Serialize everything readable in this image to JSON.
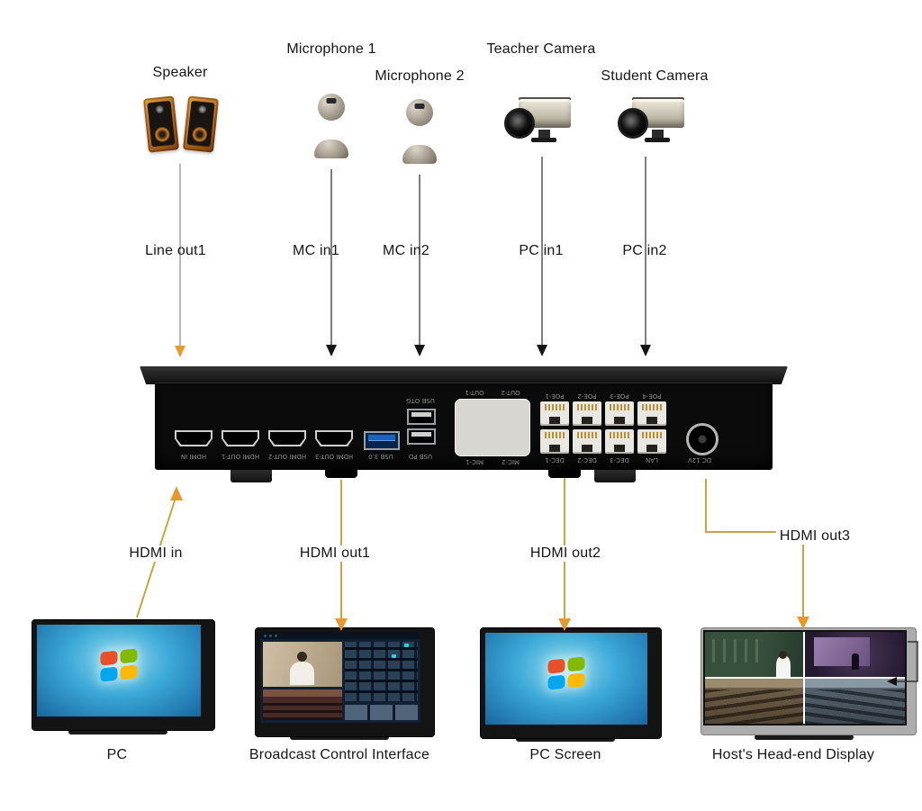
{
  "diagram": {
    "top_devices": [
      {
        "label": "Speaker",
        "port": "Line out1"
      },
      {
        "label": "Microphone 1",
        "port": "MC in1"
      },
      {
        "label": "Microphone 2",
        "port": "MC in2"
      },
      {
        "label": "Teacher Camera",
        "port": "PC in1"
      },
      {
        "label": "Student Camera",
        "port": "PC in2"
      }
    ],
    "bottom_devices": [
      {
        "label": "PC",
        "port": "HDMI in"
      },
      {
        "label": "Broadcast Control Interface",
        "port": "HDMI out1"
      },
      {
        "label": "PC Screen",
        "port": "HDMI out2"
      },
      {
        "label": "Host's Head-end Display",
        "port": "HDMI out3"
      }
    ],
    "rear_panel": {
      "hdmi": [
        "HDMI IN",
        "HDMI OUT-1",
        "HDMI OUT-2",
        "HDMI OUT-3"
      ],
      "usb3": "USB 3.0",
      "usb_top": "USB OTG",
      "usb_bottom": "USB PD",
      "audio_top": [
        "OUT-1",
        "OUT-2"
      ],
      "audio_bottom": [
        "MIC-1",
        "MIC-2"
      ],
      "rj45_top": [
        "POE-1",
        "POE-2",
        "POE-3",
        "POE-4"
      ],
      "rj45_bottom": [
        "DEC-1",
        "DEC-2",
        "DEC-3",
        "LAN"
      ],
      "power": "DC 12V"
    },
    "colors": {
      "arrow_gold": "#c8a53e",
      "arrowhead_orange": "#e8992e",
      "arrow_dark": "#2b2b2b"
    }
  }
}
